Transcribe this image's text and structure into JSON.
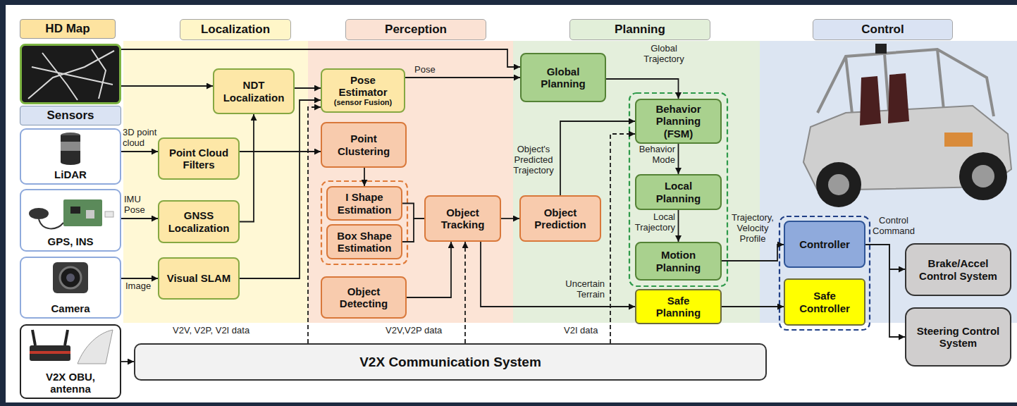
{
  "diagram": {
    "nodes": [
      {
        "text": [
          "HD Map"
        ]
      },
      {
        "text": [
          "Sensors"
        ]
      },
      {
        "text": [
          "LiDAR"
        ]
      },
      {
        "text": [
          "GPS, INS"
        ]
      },
      {
        "text": [
          "Camera"
        ]
      },
      {
        "text": [
          "V2X OBU, antenna"
        ]
      },
      {
        "text": [
          "Localization"
        ]
      },
      {
        "text": [
          "NDT Localization"
        ]
      },
      {
        "text": [
          "Point Cloud Filters"
        ]
      },
      {
        "text": [
          "GNSS Localization"
        ]
      },
      {
        "text": [
          "Visual SLAM"
        ]
      },
      {
        "text": [
          "Perception"
        ]
      },
      {
        "text": [
          "Pose Estimator",
          "(sensor Fusion)"
        ]
      },
      {
        "text": [
          "Point Clustering"
        ]
      },
      {
        "text": [
          "I Shape Estimation"
        ]
      },
      {
        "text": [
          "Box Shape Estimation"
        ]
      },
      {
        "text": [
          "Object Detecting"
        ]
      },
      {
        "text": [
          "Object Tracking"
        ]
      },
      {
        "text": [
          "Planning"
        ]
      },
      {
        "text": [
          "Global Planning"
        ]
      },
      {
        "text": [
          "Object Prediction"
        ]
      },
      {
        "text": [
          "Behavior Planning (FSM)"
        ]
      },
      {
        "text": [
          "Local Planning"
        ]
      },
      {
        "text": [
          "Motion Planning"
        ]
      },
      {
        "text": [
          "Safe Planning"
        ]
      },
      {
        "text": [
          "Control"
        ]
      },
      {
        "text": [
          "Controller"
        ]
      },
      {
        "text": [
          "Safe Controller"
        ]
      },
      {
        "text": [
          "Brake/Accel Control System"
        ]
      },
      {
        "text": [
          "Steering Control System"
        ]
      },
      {
        "text": [
          "V2X Communication System"
        ]
      }
    ],
    "edges": [
      {
        "from": 0,
        "to": 19,
        "arrow": "to"
      },
      {
        "from": 0,
        "to": 7,
        "arrow": "to"
      },
      {
        "from": 2,
        "to": 8,
        "label": "3D point cloud",
        "arrow": "to"
      },
      {
        "from": 3,
        "to": 9,
        "label": "IMU Pose",
        "arrow": "to"
      },
      {
        "from": 4,
        "to": 10,
        "label": "Image",
        "arrow": "to"
      },
      {
        "from": 9,
        "to": 7,
        "arrow": "to"
      },
      {
        "from": 7,
        "to": 12,
        "arrow": "to"
      },
      {
        "from": 10,
        "to": 12,
        "arrow": "to"
      },
      {
        "from": 12,
        "to": 19,
        "label": "Pose",
        "arrow": "to"
      },
      {
        "from": 8,
        "to": 13,
        "arrow": "to"
      },
      {
        "from": 13,
        "to": 14,
        "arrow": "to"
      },
      {
        "from": 14,
        "to": 17,
        "arrow": "none"
      },
      {
        "from": 15,
        "to": 17,
        "arrow": "none"
      },
      {
        "from": 16,
        "to": 17,
        "arrow": "to"
      },
      {
        "from": 17,
        "to": 20,
        "arrow": "to"
      },
      {
        "from": 17,
        "to": 24,
        "label": "Uncertain Terrain",
        "arrow": "to"
      },
      {
        "from": 20,
        "to": 21,
        "label": "Object's Predicted Trajectory",
        "arrow": "to"
      },
      {
        "from": 19,
        "to": 21,
        "label": "Global Trajectory",
        "arrow": "to"
      },
      {
        "from": 21,
        "to": 22,
        "label": "Behavior Mode",
        "arrow": "to"
      },
      {
        "from": 22,
        "to": 23,
        "label": "Local Trajectory",
        "arrow": "to"
      },
      {
        "from": 23,
        "to": 26,
        "label": "Trajectory, Velocity Profile",
        "arrow": "to"
      },
      {
        "from": 24,
        "to": 27,
        "arrow": "to"
      },
      {
        "from": 26,
        "to": 28,
        "label": "Control Command",
        "arrow": "to"
      },
      {
        "from": 26,
        "to": 29,
        "arrow": "to"
      },
      {
        "from": 5,
        "to": 30,
        "arrow": "to"
      },
      {
        "from": 30,
        "to": 12,
        "label": "V2V, V2P, V2I data",
        "arrow": "to"
      },
      {
        "from": 30,
        "to": 17,
        "label": "V2V,V2P data",
        "arrow": "to"
      },
      {
        "from": 30,
        "to": 21,
        "label": "V2I data",
        "arrow": "to"
      }
    ]
  }
}
